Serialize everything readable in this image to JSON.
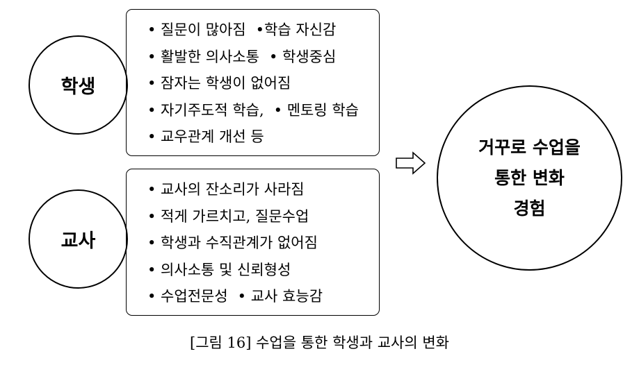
{
  "student": {
    "label": "학생",
    "items": [
      [
        "• 질문이 많아짐",
        "•학습 자신감"
      ],
      [
        "• 활발한 의사소통",
        "• 학생중심"
      ],
      [
        "• 잠자는 학생이 없어짐"
      ],
      [
        "• 자기주도적 학습,",
        "• 멘토링 학습"
      ],
      [
        "• 교우관계 개선 등"
      ]
    ]
  },
  "teacher": {
    "label": "교사",
    "items": [
      [
        "• 교사의 잔소리가 사라짐"
      ],
      [
        "• 적게 가르치고, 질문수업"
      ],
      [
        "• 학생과 수직관계가 없어짐"
      ],
      [
        "• 의사소통 및 신뢰형성"
      ],
      [
        "• 수업전문성",
        "• 교사 효능감"
      ]
    ]
  },
  "result": {
    "lines": [
      "거꾸로 수업을",
      "통한 변화",
      "경험"
    ]
  },
  "caption": "[그림 16] 수업을 통한 학생과 교사의 변화"
}
